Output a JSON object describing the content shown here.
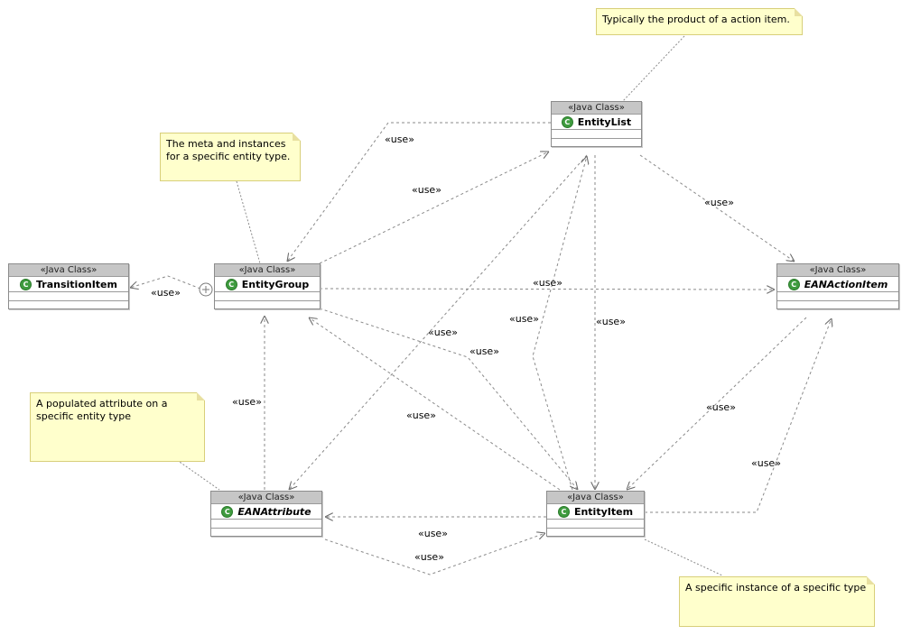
{
  "stereotype": "«Java Class»",
  "class_icon": "C",
  "classes": {
    "entity_list": {
      "name": "EntityList"
    },
    "transition_item": {
      "name": "TransitionItem"
    },
    "entity_group": {
      "name": "EntityGroup"
    },
    "ean_action_item": {
      "name": "EANActionItem"
    },
    "ean_attribute": {
      "name": "EANAttribute"
    },
    "entity_item": {
      "name": "EntityItem"
    }
  },
  "notes": {
    "action_item_note": "Typically the product of a action item.",
    "entity_group_note": "The meta and instances\nfor a specific entity type.",
    "attribute_note": "A populated attribute on a\nspecific entity type",
    "entity_item_note": "A specific instance of a specific type"
  },
  "use_label": "«use»"
}
